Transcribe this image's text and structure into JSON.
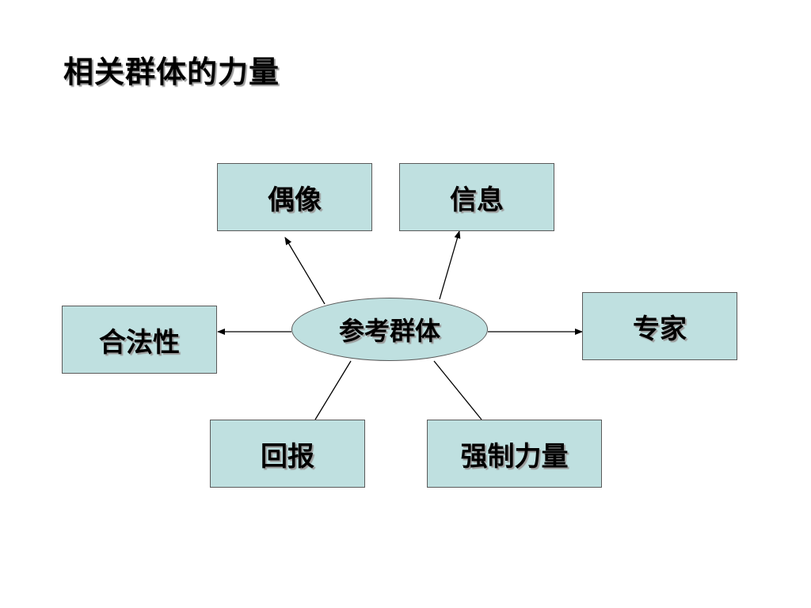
{
  "title": "相关群体的力量",
  "diagram": {
    "center": {
      "label": "参考群体"
    },
    "nodes": {
      "idol": {
        "label": "偶像"
      },
      "information": {
        "label": "信息"
      },
      "expert": {
        "label": "专家"
      },
      "legitimacy": {
        "label": "合法性"
      },
      "reward": {
        "label": "回报"
      },
      "coercion": {
        "label": "强制力量"
      }
    },
    "colors": {
      "fill": "#bfe0e0",
      "border": "#5a5a5a",
      "line": "#000000"
    }
  }
}
